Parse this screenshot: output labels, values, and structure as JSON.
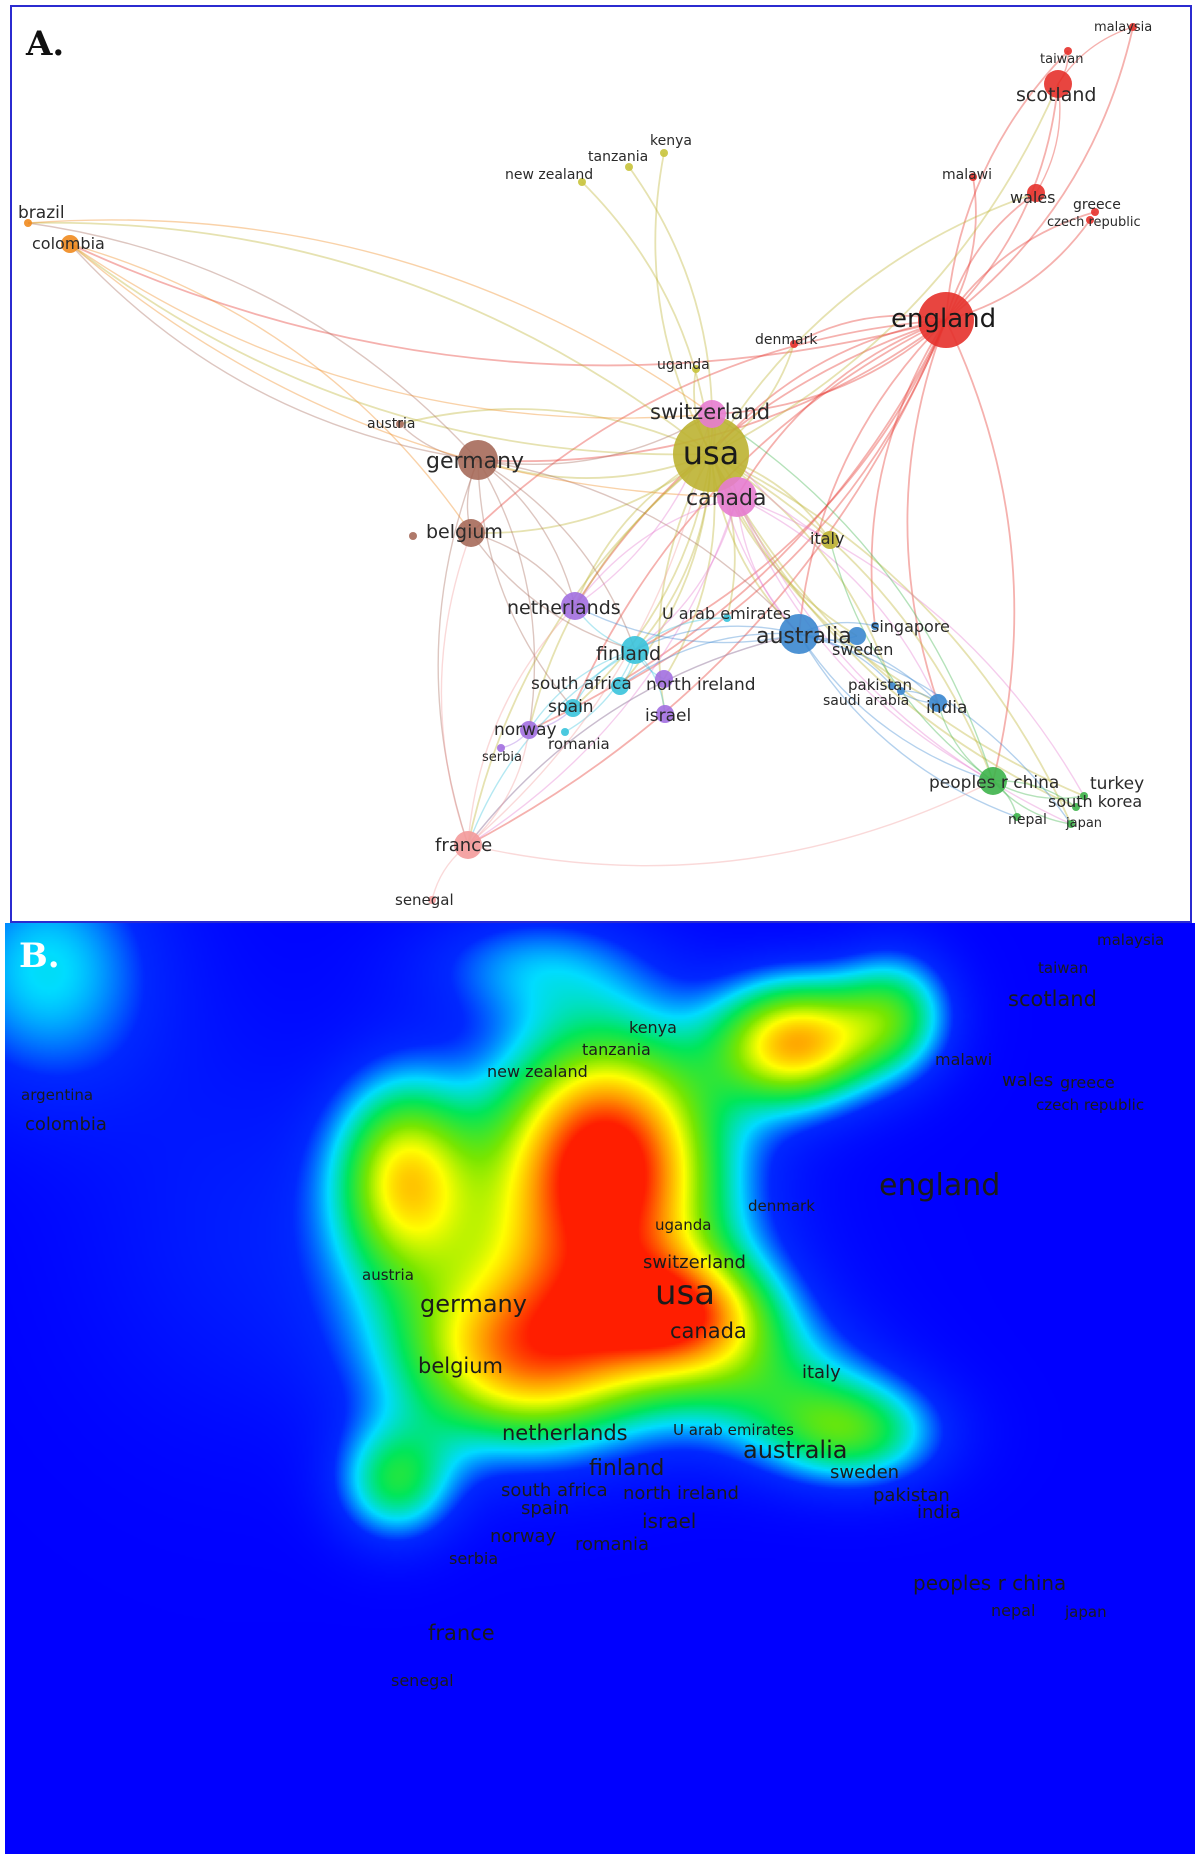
{
  "panel_a": {
    "label": "A.",
    "nodes": [
      {
        "id": "malaysia",
        "label": "malaysia",
        "color": "#e6312b",
        "size": 1
      },
      {
        "id": "taiwan",
        "label": "taiwan",
        "color": "#e6312b",
        "size": 1
      },
      {
        "id": "scotland",
        "label": "scotland",
        "color": "#e6312b",
        "size": 3
      },
      {
        "id": "malawi",
        "label": "malawi",
        "color": "#e6312b",
        "size": 1
      },
      {
        "id": "wales",
        "label": "wales",
        "color": "#e6312b",
        "size": 2
      },
      {
        "id": "greece",
        "label": "greece",
        "color": "#e6312b",
        "size": 1
      },
      {
        "id": "czech",
        "label": "czech republic",
        "color": "#e6312b",
        "size": 1
      },
      {
        "id": "england",
        "label": "england",
        "color": "#e6312b",
        "size": 5
      },
      {
        "id": "denmark",
        "label": "denmark",
        "color": "#e6312b",
        "size": 1
      },
      {
        "id": "kenya",
        "label": "kenya",
        "color": "#c8c33b",
        "size": 1
      },
      {
        "id": "tanzania",
        "label": "tanzania",
        "color": "#c8c33b",
        "size": 1
      },
      {
        "id": "newzealand",
        "label": "new zealand",
        "color": "#c8c33b",
        "size": 1
      },
      {
        "id": "uganda",
        "label": "uganda",
        "color": "#c8c33b",
        "size": 1
      },
      {
        "id": "usa",
        "label": "usa",
        "color": "#bcb232",
        "size": 7
      },
      {
        "id": "italy",
        "label": "italy",
        "color": "#bcb232",
        "size": 2
      },
      {
        "id": "switzerland",
        "label": "switzerland",
        "color": "#e57ccf",
        "size": 3
      },
      {
        "id": "canada",
        "label": "canada",
        "color": "#e57ccf",
        "size": 4
      },
      {
        "id": "brazil",
        "label": "brazil",
        "color": "#f08a1e",
        "size": 1
      },
      {
        "id": "colombia",
        "label": "colombia",
        "color": "#f08a1e",
        "size": 2
      },
      {
        "id": "austria",
        "label": "austria",
        "color": "#a66a5a",
        "size": 1
      },
      {
        "id": "germany",
        "label": "germany",
        "color": "#a66a5a",
        "size": 4
      },
      {
        "id": "belgium",
        "label": "belgium",
        "color": "#a66a5a",
        "size": 3
      },
      {
        "id": "belgium2",
        "label": "",
        "color": "#a66a5a",
        "size": 1
      },
      {
        "id": "netherlands",
        "label": "netherlands",
        "color": "#a26fe0",
        "size": 3
      },
      {
        "id": "finland",
        "label": "finland",
        "color": "#39c3dc",
        "size": 3
      },
      {
        "id": "southafrica",
        "label": "south africa",
        "color": "#39c3dc",
        "size": 2
      },
      {
        "id": "spain",
        "label": "spain",
        "color": "#39c3dc",
        "size": 2
      },
      {
        "id": "romania",
        "label": "romania",
        "color": "#39c3dc",
        "size": 1
      },
      {
        "id": "uae",
        "label": "U arab emirates",
        "color": "#39c3dc",
        "size": 1
      },
      {
        "id": "northireland",
        "label": "north ireland",
        "color": "#a26fe0",
        "size": 2
      },
      {
        "id": "israel",
        "label": "israel",
        "color": "#a26fe0",
        "size": 2
      },
      {
        "id": "norway",
        "label": "norway",
        "color": "#a26fe0",
        "size": 2
      },
      {
        "id": "serbia",
        "label": "serbia",
        "color": "#a26fe0",
        "size": 1
      },
      {
        "id": "australia",
        "label": "australia",
        "color": "#3b87cf",
        "size": 4
      },
      {
        "id": "singapore",
        "label": "singapore",
        "color": "#3b87cf",
        "size": 1
      },
      {
        "id": "sweden",
        "label": "sweden",
        "color": "#3b87cf",
        "size": 2
      },
      {
        "id": "pakistan",
        "label": "pakistan",
        "color": "#3b87cf",
        "size": 1
      },
      {
        "id": "saudiarabia",
        "label": "saudi arabia",
        "color": "#3b87cf",
        "size": 1
      },
      {
        "id": "india",
        "label": "india",
        "color": "#3b87cf",
        "size": 2
      },
      {
        "id": "china",
        "label": "peoples r china",
        "color": "#3db34a",
        "size": 3
      },
      {
        "id": "turkey",
        "label": "turkey",
        "color": "#3db34a",
        "size": 1
      },
      {
        "id": "southkorea",
        "label": "south korea",
        "color": "#3db34a",
        "size": 1
      },
      {
        "id": "nepal",
        "label": "nepal",
        "color": "#3db34a",
        "size": 1
      },
      {
        "id": "japan",
        "label": "japan",
        "color": "#3db34a",
        "size": 1
      },
      {
        "id": "france",
        "label": "france",
        "color": "#f39a9a",
        "size": 3
      },
      {
        "id": "senegal",
        "label": "senegal",
        "color": "#f39a9a",
        "size": 1
      }
    ],
    "links": [
      [
        "england",
        "scotland"
      ],
      [
        "england",
        "wales"
      ],
      [
        "england",
        "malawi"
      ],
      [
        "england",
        "greece"
      ],
      [
        "england",
        "czech"
      ],
      [
        "england",
        "taiwan"
      ],
      [
        "england",
        "malaysia"
      ],
      [
        "scotland",
        "malaysia"
      ],
      [
        "scotland",
        "taiwan"
      ],
      [
        "scotland",
        "wales"
      ],
      [
        "england",
        "usa"
      ],
      [
        "england",
        "germany"
      ],
      [
        "england",
        "canada"
      ],
      [
        "england",
        "switzerland"
      ],
      [
        "england",
        "australia"
      ],
      [
        "england",
        "finland"
      ],
      [
        "england",
        "netherlands"
      ],
      [
        "england",
        "france"
      ],
      [
        "england",
        "india"
      ],
      [
        "england",
        "china"
      ],
      [
        "england",
        "denmark"
      ],
      [
        "england",
        "colombia"
      ],
      [
        "england",
        "belgium"
      ],
      [
        "england",
        "norway"
      ],
      [
        "england",
        "spain"
      ],
      [
        "england",
        "southafrica"
      ],
      [
        "england",
        "singapore"
      ],
      [
        "usa",
        "canada"
      ],
      [
        "usa",
        "switzerland"
      ],
      [
        "usa",
        "germany"
      ],
      [
        "usa",
        "australia"
      ],
      [
        "usa",
        "finland"
      ],
      [
        "usa",
        "netherlands"
      ],
      [
        "usa",
        "belgium"
      ],
      [
        "usa",
        "france"
      ],
      [
        "usa",
        "china"
      ],
      [
        "usa",
        "india"
      ],
      [
        "usa",
        "italy"
      ],
      [
        "usa",
        "tanzania"
      ],
      [
        "usa",
        "kenya"
      ],
      [
        "usa",
        "newzealand"
      ],
      [
        "usa",
        "uganda"
      ],
      [
        "usa",
        "brazil"
      ],
      [
        "usa",
        "colombia"
      ],
      [
        "usa",
        "austria"
      ],
      [
        "usa",
        "northireland"
      ],
      [
        "usa",
        "israel"
      ],
      [
        "usa",
        "southafrica"
      ],
      [
        "usa",
        "turkey"
      ],
      [
        "usa",
        "japan"
      ],
      [
        "usa",
        "southkorea"
      ],
      [
        "usa",
        "pakistan"
      ],
      [
        "usa",
        "sweden"
      ],
      [
        "usa",
        "spain"
      ],
      [
        "usa",
        "norway"
      ],
      [
        "usa",
        "uae"
      ],
      [
        "usa",
        "denmark"
      ],
      [
        "usa",
        "wales"
      ],
      [
        "usa",
        "scotland"
      ],
      [
        "germany",
        "colombia"
      ],
      [
        "germany",
        "brazil"
      ],
      [
        "germany",
        "austria"
      ],
      [
        "germany",
        "belgium"
      ],
      [
        "germany",
        "netherlands"
      ],
      [
        "germany",
        "france"
      ],
      [
        "germany",
        "finland"
      ],
      [
        "germany",
        "switzerland"
      ],
      [
        "germany",
        "australia"
      ],
      [
        "germany",
        "spain"
      ],
      [
        "germany",
        "norway"
      ],
      [
        "colombia",
        "canada"
      ],
      [
        "brazil",
        "switzerland"
      ],
      [
        "colombia",
        "switzerland"
      ],
      [
        "colombia",
        "belgium"
      ],
      [
        "canada",
        "australia"
      ],
      [
        "canada",
        "finland"
      ],
      [
        "canada",
        "netherlands"
      ],
      [
        "canada",
        "france"
      ],
      [
        "canada",
        "china"
      ],
      [
        "canada",
        "india"
      ],
      [
        "canada",
        "japan"
      ],
      [
        "canada",
        "turkey"
      ],
      [
        "australia",
        "finland"
      ],
      [
        "australia",
        "india"
      ],
      [
        "australia",
        "china"
      ],
      [
        "australia",
        "singapore"
      ],
      [
        "australia",
        "sweden"
      ],
      [
        "australia",
        "pakistan"
      ],
      [
        "australia",
        "southafrica"
      ],
      [
        "australia",
        "netherlands"
      ],
      [
        "australia",
        "nepal"
      ],
      [
        "australia",
        "japan"
      ],
      [
        "australia",
        "france"
      ],
      [
        "finland",
        "netherlands"
      ],
      [
        "finland",
        "spain"
      ],
      [
        "finland",
        "southafrica"
      ],
      [
        "finland",
        "norway"
      ],
      [
        "finland",
        "romania"
      ],
      [
        "finland",
        "northireland"
      ],
      [
        "finland",
        "israel"
      ],
      [
        "finland",
        "france"
      ],
      [
        "finland",
        "uae"
      ],
      [
        "france",
        "senegal"
      ],
      [
        "france",
        "netherlands"
      ],
      [
        "france",
        "norway"
      ],
      [
        "france",
        "belgium"
      ],
      [
        "france",
        "switzerland"
      ],
      [
        "france",
        "australia"
      ],
      [
        "france",
        "china"
      ],
      [
        "china",
        "india"
      ],
      [
        "china",
        "japan"
      ],
      [
        "china",
        "nepal"
      ],
      [
        "china",
        "turkey"
      ],
      [
        "china",
        "southkorea"
      ],
      [
        "china",
        "switzerland"
      ],
      [
        "china",
        "italy"
      ],
      [
        "switzerland",
        "italy"
      ],
      [
        "switzerland",
        "netherlands"
      ],
      [
        "switzerland",
        "australia"
      ],
      [
        "belgium",
        "netherlands"
      ],
      [
        "belgium",
        "finland"
      ],
      [
        "norway",
        "serbia"
      ],
      [
        "norway",
        "spain"
      ],
      [
        "india",
        "pakistan"
      ],
      [
        "india",
        "saudiarabia"
      ]
    ]
  },
  "panel_b": {
    "label": "B.",
    "blobs": [
      {
        "id": "usa",
        "weight": 1.0
      },
      {
        "id": "england",
        "weight": 0.78
      },
      {
        "id": "germany",
        "weight": 0.62
      },
      {
        "id": "finland",
        "weight": 0.66
      },
      {
        "id": "australia",
        "weight": 0.58
      },
      {
        "id": "france",
        "weight": 0.42
      },
      {
        "id": "china",
        "weight": 0.45
      },
      {
        "id": "scotland",
        "weight": 0.42
      },
      {
        "id": "colombia",
        "weight": 0.32
      },
      {
        "id": "kenya",
        "weight": 0.22
      }
    ],
    "labels": [
      {
        "id": "malaysia",
        "label": "malaysia"
      },
      {
        "id": "taiwan",
        "label": "taiwan"
      },
      {
        "id": "scotland",
        "label": "scotland"
      },
      {
        "id": "kenya",
        "label": "kenya"
      },
      {
        "id": "tanzania",
        "label": "tanzania"
      },
      {
        "id": "newzealand",
        "label": "new zealand"
      },
      {
        "id": "malawi",
        "label": "malawi"
      },
      {
        "id": "wales",
        "label": "wales"
      },
      {
        "id": "greece",
        "label": "greece"
      },
      {
        "id": "czech",
        "label": "czech republic"
      },
      {
        "id": "argentina",
        "label": "argentina"
      },
      {
        "id": "colombia",
        "label": "colombia"
      },
      {
        "id": "england",
        "label": "england"
      },
      {
        "id": "denmark",
        "label": "denmark"
      },
      {
        "id": "uganda",
        "label": "uganda"
      },
      {
        "id": "switzerland",
        "label": "switzerland"
      },
      {
        "id": "austria",
        "label": "austria"
      },
      {
        "id": "germany",
        "label": "germany"
      },
      {
        "id": "usa",
        "label": "usa"
      },
      {
        "id": "canada",
        "label": "canada"
      },
      {
        "id": "belgium",
        "label": "belgium"
      },
      {
        "id": "italy",
        "label": "italy"
      },
      {
        "id": "uae",
        "label": "U arab emirates"
      },
      {
        "id": "netherlands",
        "label": "netherlands"
      },
      {
        "id": "australia",
        "label": "australia"
      },
      {
        "id": "finland",
        "label": "finland"
      },
      {
        "id": "sweden",
        "label": "sweden"
      },
      {
        "id": "southafrica",
        "label": "south africa"
      },
      {
        "id": "northireland",
        "label": "north ireland"
      },
      {
        "id": "pakistan",
        "label": "pakistan"
      },
      {
        "id": "spain",
        "label": "spain"
      },
      {
        "id": "india",
        "label": "india"
      },
      {
        "id": "israel",
        "label": "israel"
      },
      {
        "id": "norway",
        "label": "norway"
      },
      {
        "id": "romania",
        "label": "romania"
      },
      {
        "id": "serbia",
        "label": "serbia"
      },
      {
        "id": "china",
        "label": "peoples r china"
      },
      {
        "id": "france",
        "label": "france"
      },
      {
        "id": "nepal",
        "label": "nepal"
      },
      {
        "id": "japan",
        "label": "japan"
      },
      {
        "id": "senegal",
        "label": "senegal"
      }
    ]
  }
}
